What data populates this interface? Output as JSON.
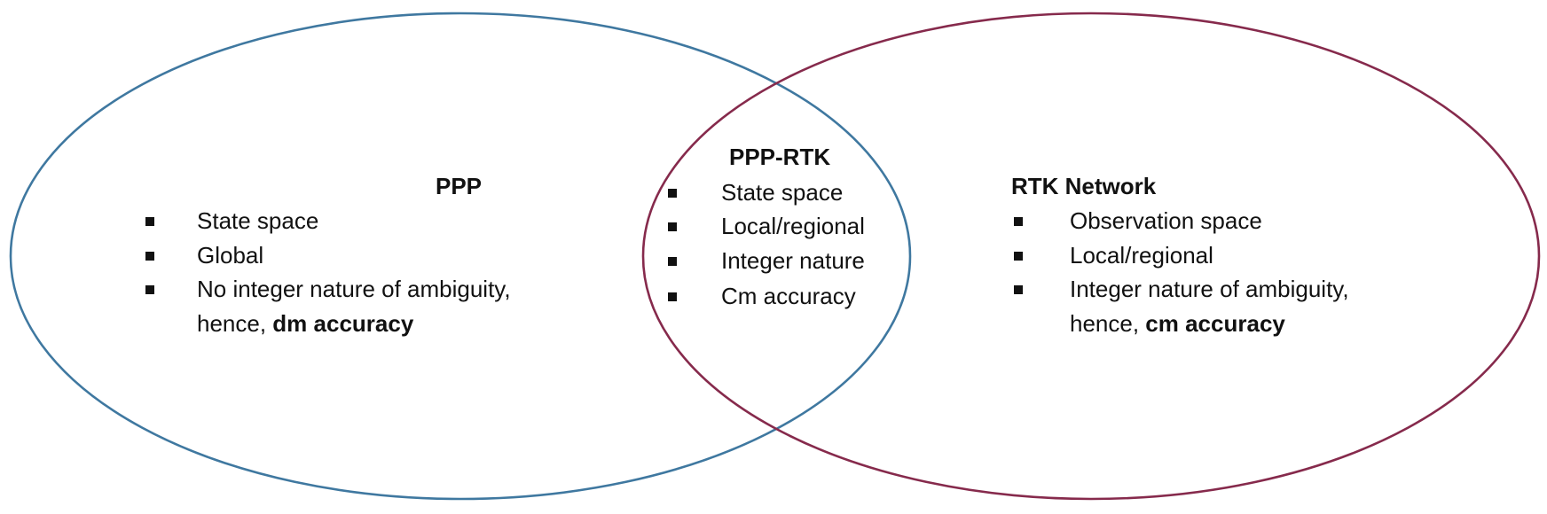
{
  "diagram": {
    "type": "venn",
    "colors": {
      "left_circle": "#3f78a0",
      "right_circle": "#862a4c",
      "text": "#111111",
      "background": "#ffffff"
    },
    "left": {
      "title": "PPP",
      "items": [
        {
          "text": "State space"
        },
        {
          "text": "Global"
        },
        {
          "text": "No integer nature of ambiguity,",
          "cont_plain": "hence, ",
          "cont_bold": "dm accuracy"
        }
      ]
    },
    "overlap": {
      "title": "PPP-RTK",
      "items": [
        {
          "text": "State space"
        },
        {
          "text": "Local/regional"
        },
        {
          "text": "Integer nature"
        },
        {
          "text": "Cm accuracy"
        }
      ]
    },
    "right": {
      "title": "RTK Network",
      "items": [
        {
          "text": "Observation space"
        },
        {
          "text": "Local/regional"
        },
        {
          "text": "Integer nature of ambiguity,",
          "cont_plain": "hence, ",
          "cont_bold": "cm accuracy"
        }
      ]
    }
  }
}
